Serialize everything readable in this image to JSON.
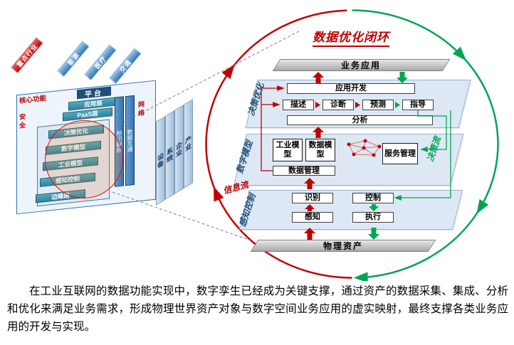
{
  "arch": {
    "industries": [
      "重点行业",
      "能源",
      "医疗",
      "交通"
    ],
    "core_label": "核心功能",
    "security_label": "安全",
    "network_label": "网络",
    "platform_title": "平台",
    "app_layer": "应用层",
    "paas_layer": "PaaS层",
    "edge_layer": "边缘层",
    "id_resolution": "标识解析",
    "data_exchange": "数据互通",
    "data_stack": [
      "决策优化",
      "数字模型",
      "工业模型",
      "感知控制"
    ],
    "hierarchy": [
      "产业",
      "企业",
      "系统",
      "设备"
    ]
  },
  "loop": {
    "title": "数据优化闭环",
    "business_app": "业务应用",
    "physical_asset": "物理资产",
    "decision": {
      "label": "决策优化",
      "app_dev": "应用开发",
      "steps": [
        "描述",
        "诊断",
        "预测",
        "指导"
      ],
      "analysis": "分析"
    },
    "model": {
      "label": "数字模型",
      "industry_model": "工业模型",
      "data_model": "数据模型",
      "service_mgmt": "服务管理",
      "data_mgmt": "数据管理"
    },
    "sense": {
      "label": "感知控制",
      "identify": "识别",
      "control": "控制",
      "perceive": "感知",
      "execute": "执行"
    },
    "info_flow": "信息流",
    "decision_flow": "决策流"
  },
  "caption": "在工业互联网的数据功能实现中，数字孪生已经成为关键支撑，通过资产的数据采集、集成、分析和优化来满足业务需求，形成物理世界资产对象与数字空间业务应用的虚实映射，最终支撑各类业务应用的开发与实现。",
  "colors": {
    "red": "#c00000",
    "green": "#00a650",
    "dark_blue": "#1f4e79",
    "platform_fill": "#dde8f4"
  }
}
